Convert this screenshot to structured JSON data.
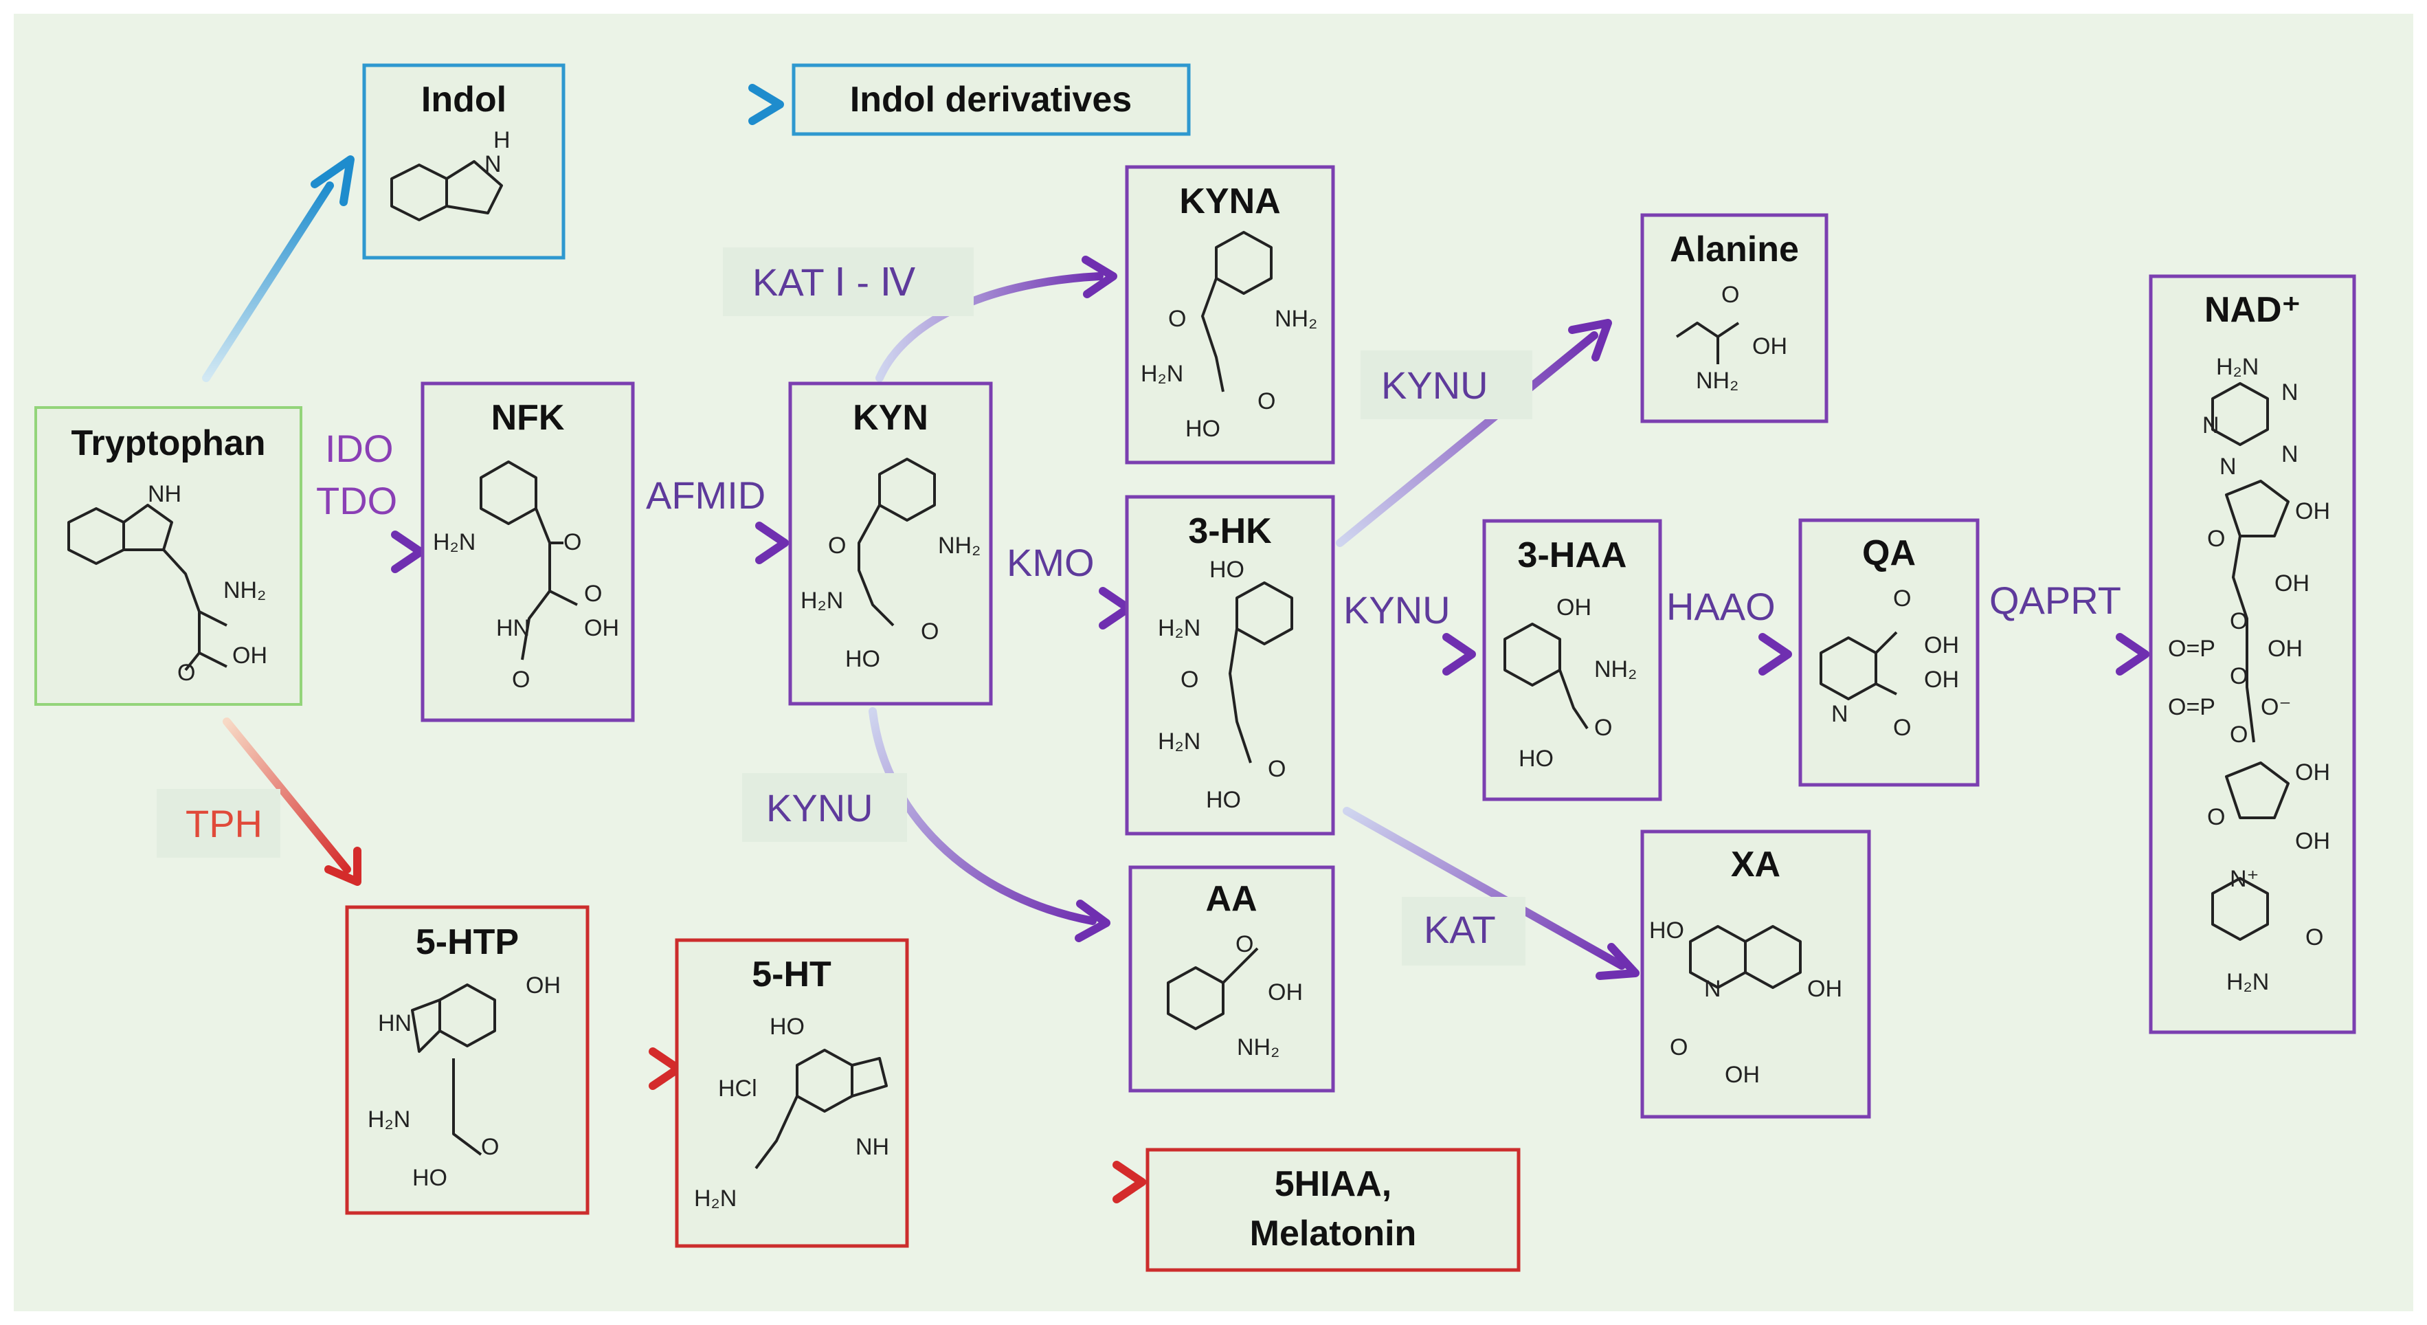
{
  "colors": {
    "background": "#ebf3e7",
    "box_fill": "#e8f1e3",
    "kynurenine_pathway": "#7b3fb0",
    "indole_pathway": "#2e98cf",
    "serotonin_pathway": "#cc2d2d",
    "tryptophan_box": "#93d47a",
    "enzyme_label": "#6a3ea0"
  },
  "nodes": {
    "tryptophan": {
      "title": "Tryptophan",
      "atoms": [
        "NH",
        "NH₂",
        "O",
        "OH"
      ]
    },
    "indol": {
      "title": "Indol",
      "atoms": [
        "H",
        "N"
      ]
    },
    "indol_derivatives": {
      "title": "Indol derivatives"
    },
    "nfk": {
      "title": "NFK",
      "atoms": [
        "H₂N",
        "O",
        "O",
        "OH",
        "HN",
        "O"
      ]
    },
    "kyn": {
      "title": "KYN",
      "atoms": [
        "O",
        "NH₂",
        "H₂N",
        "O",
        "HO"
      ]
    },
    "kyna": {
      "title": "KYNA",
      "atoms": [
        "O",
        "NH₂",
        "H₂N",
        "O",
        "HO"
      ]
    },
    "hk3": {
      "title": "3-HK",
      "atoms": [
        "HO",
        "H₂N",
        "O",
        "H₂N",
        "O",
        "HO"
      ]
    },
    "alanine": {
      "title": "Alanine",
      "atoms": [
        "O",
        "OH",
        "NH₂"
      ]
    },
    "haa3": {
      "title": "3-HAA",
      "atoms": [
        "OH",
        "NH₂",
        "O",
        "HO"
      ]
    },
    "qa": {
      "title": "QA",
      "atoms": [
        "O",
        "OH",
        "OH",
        "O",
        "N"
      ]
    },
    "nad": {
      "title": "NAD⁺",
      "atoms": [
        "H₂N",
        "N",
        "N",
        "N",
        "N",
        "O",
        "OH",
        "OH",
        "O",
        "O=P",
        "OH",
        "O",
        "O=P",
        "O⁻",
        "O",
        "OH",
        "O",
        "OH",
        "N⁺",
        "O",
        "H₂N"
      ]
    },
    "aa": {
      "title": "AA",
      "atoms": [
        "O",
        "OH",
        "NH₂"
      ]
    },
    "xa": {
      "title": "XA",
      "atoms": [
        "HO",
        "N",
        "OH",
        "O",
        "OH"
      ]
    },
    "htp5": {
      "title": "5-HTP",
      "atoms": [
        "OH",
        "HN",
        "H₂N",
        "O",
        "HO"
      ]
    },
    "ht5": {
      "title": "5-HT",
      "atoms": [
        "HO",
        "HCl",
        "NH",
        "H₂N"
      ]
    },
    "hiaa": {
      "title": "5HIAA,",
      "title2": "Melatonin"
    }
  },
  "enzymes": {
    "ido": "IDO",
    "tdo": "TDO",
    "afmid": "AFMID",
    "kat_i_iv": "KAT Ⅰ - Ⅳ",
    "kmo": "KMO",
    "kynu_top": "KYNU",
    "kynu_mid": "KYNU",
    "kynu_bottom": "KYNU",
    "haao": "HAAO",
    "qaprt": "QAPRT",
    "kat": "KAT",
    "tph": "TPH"
  }
}
